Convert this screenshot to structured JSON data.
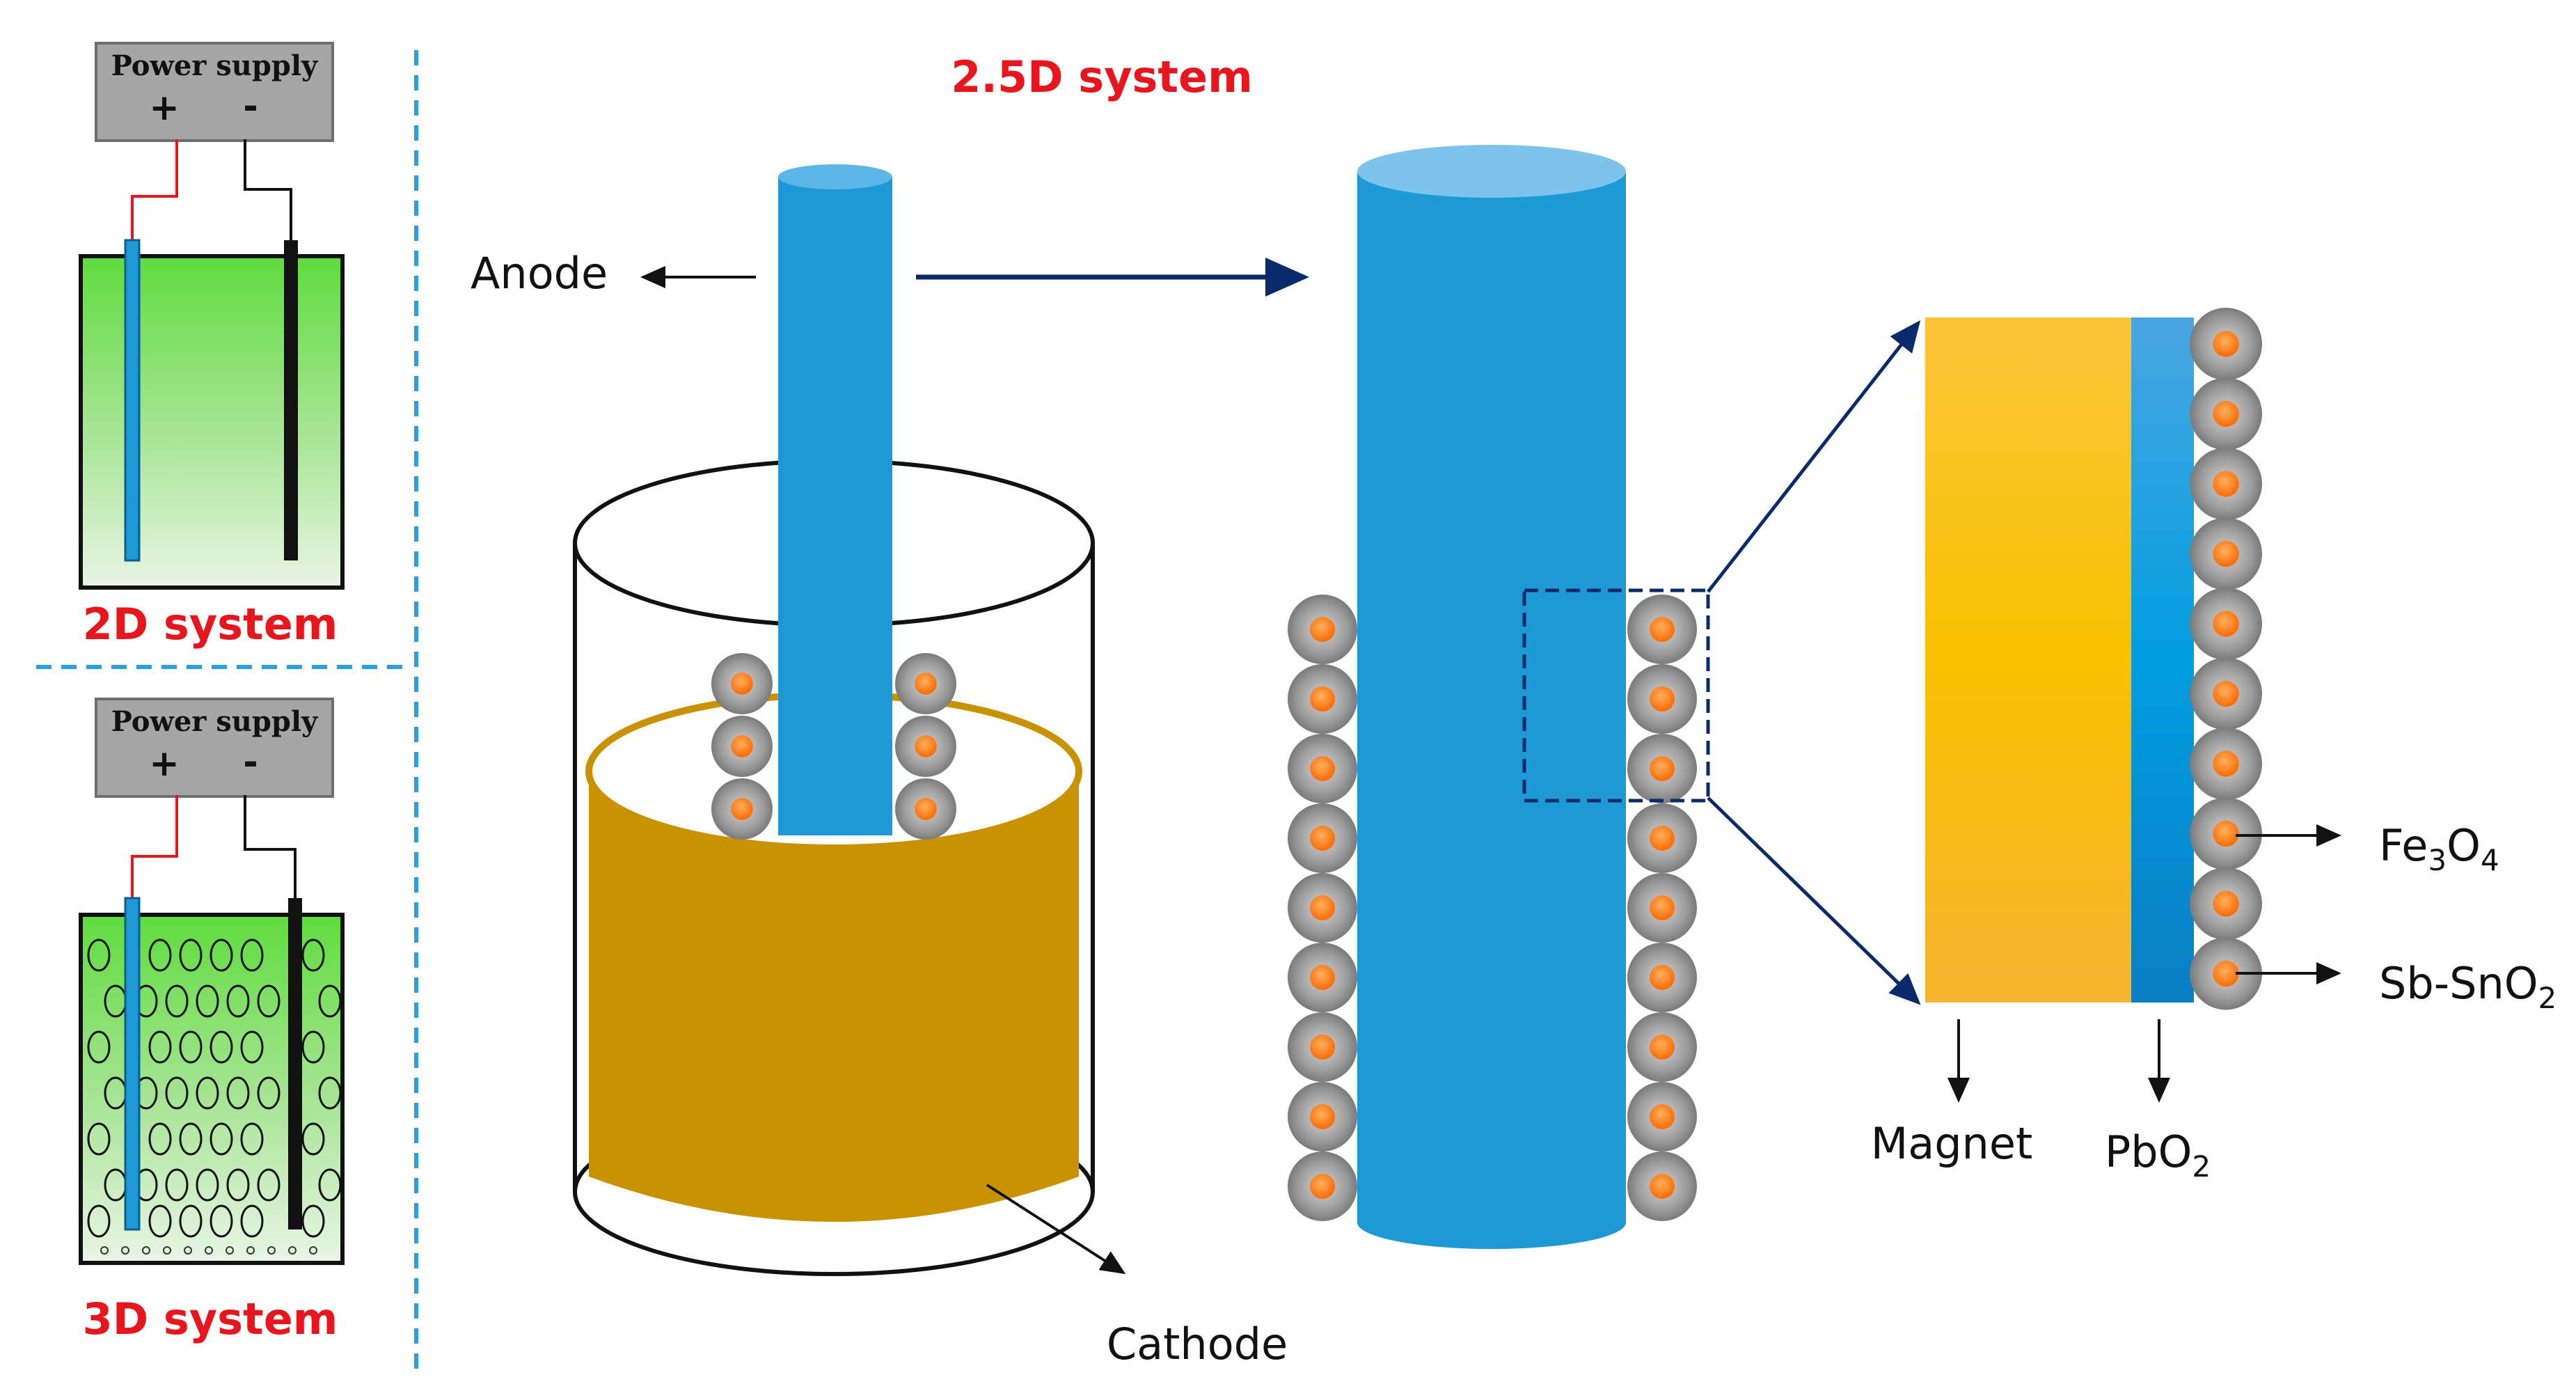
{
  "title_25d": "2.5D system",
  "panel_2d": {
    "power_supply": "Power supply",
    "plus": "+",
    "minus": "-",
    "title": "2D system"
  },
  "panel_3d": {
    "power_supply": "Power supply",
    "plus": "+",
    "minus": "-",
    "title": "3D system"
  },
  "labels": {
    "anode": "Anode",
    "cathode": "Cathode",
    "magnet": "Magnet",
    "pbo2_main": "PbO",
    "pbo2_sub": "2",
    "fe3o4_a": "Fe",
    "fe3o4_b": "3",
    "fe3o4_c": "O",
    "fe3o4_d": "4",
    "sbsno2_main": "Sb-SnO",
    "sbsno2_sub": "2"
  },
  "colors": {
    "red": "#e8151c",
    "divider": "#2aa0e0",
    "electrode_blue": "#1d9ad6",
    "arrow_navy": "#0b2a6b",
    "electrolyte_gold": "#c99200",
    "magnet_yellow": "#f9c015",
    "particle_orange": "#ff7a1a",
    "particle_gray": "#9a9a9a"
  }
}
